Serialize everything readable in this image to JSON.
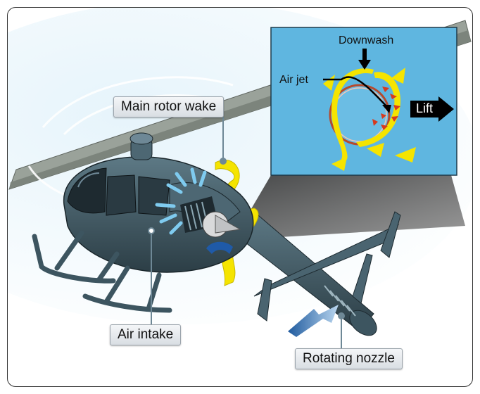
{
  "labels": {
    "main_rotor_wake": "Main rotor wake",
    "air_intake": "Air intake",
    "rotating_nozzle": "Rotating nozzle"
  },
  "inset": {
    "downwash": "Downwash",
    "air_jet": "Air jet",
    "lift": "Lift"
  },
  "colors": {
    "body": "#3d5560",
    "sky_blue": "#c9e6f3",
    "inset_blue": "#5fb6e0",
    "yellow": "#f5e400",
    "red_arrow": "#d73a1e",
    "nozzle_blue": "#2f6fb0",
    "air_blue": "#7fcbef"
  }
}
